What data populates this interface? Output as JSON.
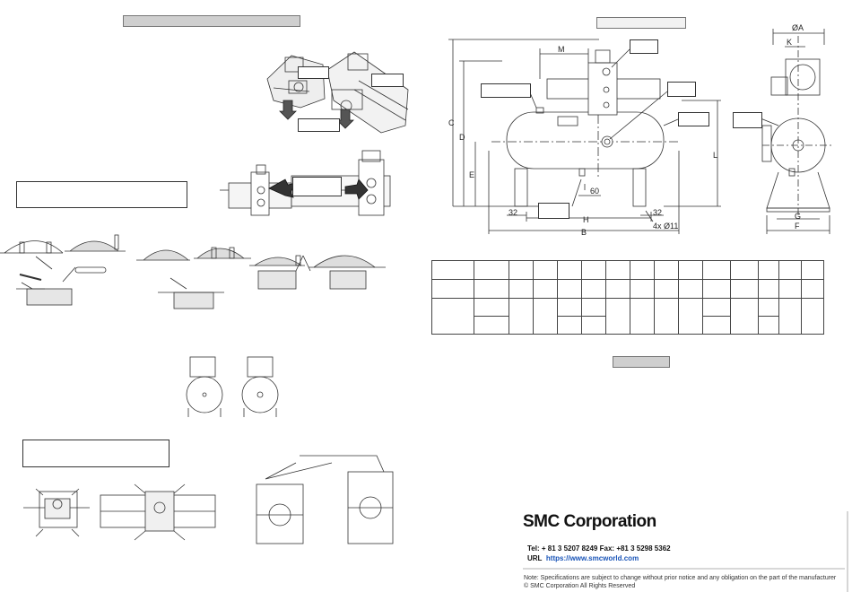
{
  "footer": {
    "brand": "SMC Corporation",
    "tel_label": "Tel:",
    "tel": "+ 81 3 5207 8249",
    "fax_label": "Fax:",
    "fax": "+81 3 5298 5362",
    "url_label": "URL",
    "url": "https://www.smcworld.com",
    "note": "Note:  Specifications are subject to change without prior notice and any obligation on the part of the manufacturer",
    "copyright": "© SMC Corporation All Rights Reserved"
  },
  "dimensions": {
    "front": {
      "M": "M",
      "C": "C",
      "D": "D",
      "E": "E",
      "L": "L",
      "x32_left": "32",
      "x60": "60",
      "H": "H",
      "x32_right": "32",
      "holes": "4x Ø11",
      "B": "B"
    },
    "side": {
      "A": "ØA",
      "K": "K",
      "G": "G",
      "F": "F"
    }
  }
}
